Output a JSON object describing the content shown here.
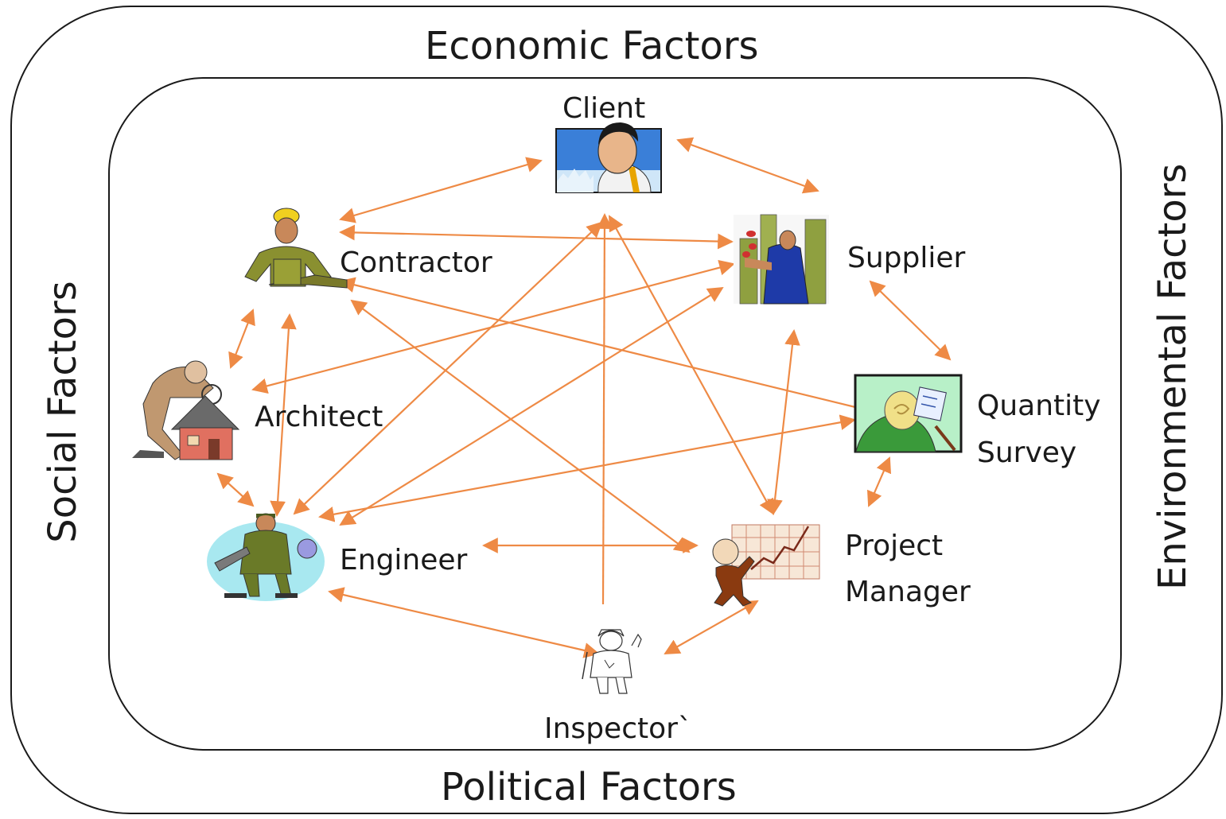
{
  "factors": {
    "top": "Economic Factors",
    "bottom": "Political Factors",
    "left": "Social Factors",
    "right": "Environmental Factors"
  },
  "actors": {
    "client": "Client",
    "contractor": "Contractor",
    "supplier": "Supplier",
    "architect": "Architect",
    "quantity_survey_line1": "Quantity",
    "quantity_survey_line2": "Survey",
    "engineer": "Engineer",
    "project_manager_line1": "Project",
    "project_manager_line2": "Manager",
    "inspector": "Inspector`"
  },
  "colors": {
    "arrow": "#ee8a45",
    "border": "#1a1a1a"
  },
  "icons": {
    "client": "client-portrait-icon",
    "contractor": "contractor-worker-icon",
    "supplier": "supplier-businessman-icon",
    "architect": "architect-house-icon",
    "quantity_survey": "quantity-surveyor-icon",
    "engineer": "engineer-mechanic-icon",
    "project_manager": "project-manager-chart-icon",
    "inspector": "inspector-icon"
  }
}
